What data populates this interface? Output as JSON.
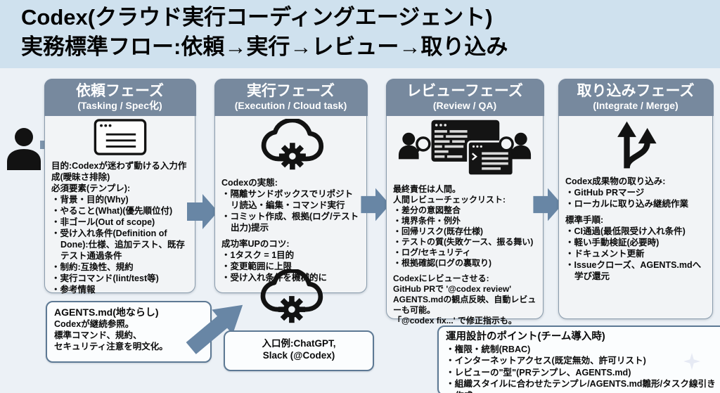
{
  "title": {
    "line1": "Codex(クラウド実行コーディングエージェント)",
    "line2": "実務標準フロー:依頼→実行→レビュー→取り込み"
  },
  "columns": [
    {
      "header_ja": "依頼フェーズ",
      "header_en": "(Tasking / Spec化)",
      "lines": [
        "目的:Codexが迷わず動ける入力作成(曖昧さ排除)",
        "必須要素(テンプレ):",
        "・背景・目的(Why)",
        "・やること(What)(優先順位付)",
        "・非ゴール(Out of scope)",
        "・受け入れ条件(Definition of Done):仕様、追加テスト、既存テスト通過条件",
        "・制約:互換性、規約",
        "・実行コマンド(lint/test等)",
        "・参考情報"
      ]
    },
    {
      "header_ja": "実行フェーズ",
      "header_en": "(Execution / Cloud task)",
      "lines": [
        "Codexの実態:",
        "・隔離サンドボックスでリポジトリ読込・編集・コマンド実行",
        "・コミット作成、根拠(ログ/テスト出力)提示",
        "",
        "成功率UPのコツ:",
        "・1タスク = 1目的",
        "・変更範囲に上限",
        "・受け入れ条件を機械的に"
      ]
    },
    {
      "header_ja": "レビューフェーズ",
      "header_en": "(Review / QA)",
      "lines": [
        "最終責任は人間。",
        "人間レビューチェックリスト:",
        "・差分の意図整合",
        "・境界条件・例外",
        "・回帰リスク(既存仕様)",
        "・テストの質(失敗ケース、振る舞い)",
        "・ログ/セキュリティ",
        "・根拠確認(ログの裏取り)",
        "",
        "Codexにレビューさせる:",
        "GitHub PRで '@codex review'",
        "AGENTS.mdの観点反映、自動レビューも可能。",
        "「@codex fix...' で修正指示も。"
      ]
    },
    {
      "header_ja": "取り込みフェーズ",
      "header_en": "(Integrate / Merge)",
      "lines": [
        "Codex成果物の取り込み:",
        "・GitHub PRマージ",
        "・ローカルに取り込み継続作業",
        "",
        "標準手順:",
        "・CI通過(最低限受け入れ条件)",
        "・軽い手動検証(必要時)",
        "・ドキュメント更新",
        "・Issueクローズ、AGENTS.mdへ学び還元"
      ]
    }
  ],
  "agents_box": {
    "title": "AGENTS.md(地ならし)",
    "line1": "Codexが継続参照。",
    "line2": "標準コマンド、規約、",
    "line3": "セキュリティ注意を明文化。"
  },
  "entry_box": {
    "line1": "入口例:ChatGPT,",
    "line2": "Slack (@Codex)"
  },
  "ops_box": {
    "title": "運用設計のポイント(チーム導入時)",
    "bullets": [
      "・権限・統制(RBAC)",
      "・インターネットアクセス(既定無効、許可リスト)",
      "・レビューの\"型\"(PRテンプレ、AGENTS.md)",
      "・組織スタイルに合わせたテンプレ/AGENTS.md雛形/タスク線引き作成"
    ]
  },
  "icons": {
    "person": "person-icon",
    "browser_window": "browser-window-icon",
    "cloud_gear": "cloud-gear-icon",
    "review_pair": "code-review-icon",
    "merge": "branch-merge-icon",
    "arrow": "flow-arrow-icon",
    "sparkle": "sparkle-decoration"
  },
  "colors": {
    "bg_top": "#cfe1ee",
    "bg_bottom": "#ecf1f6",
    "header_bg": "#77899e",
    "box_bg": "#f2f4f6",
    "box_border": "#8a9cac",
    "subbox_border": "#5d7994",
    "arrow": "#6886a5",
    "icon_black": "#121212"
  }
}
